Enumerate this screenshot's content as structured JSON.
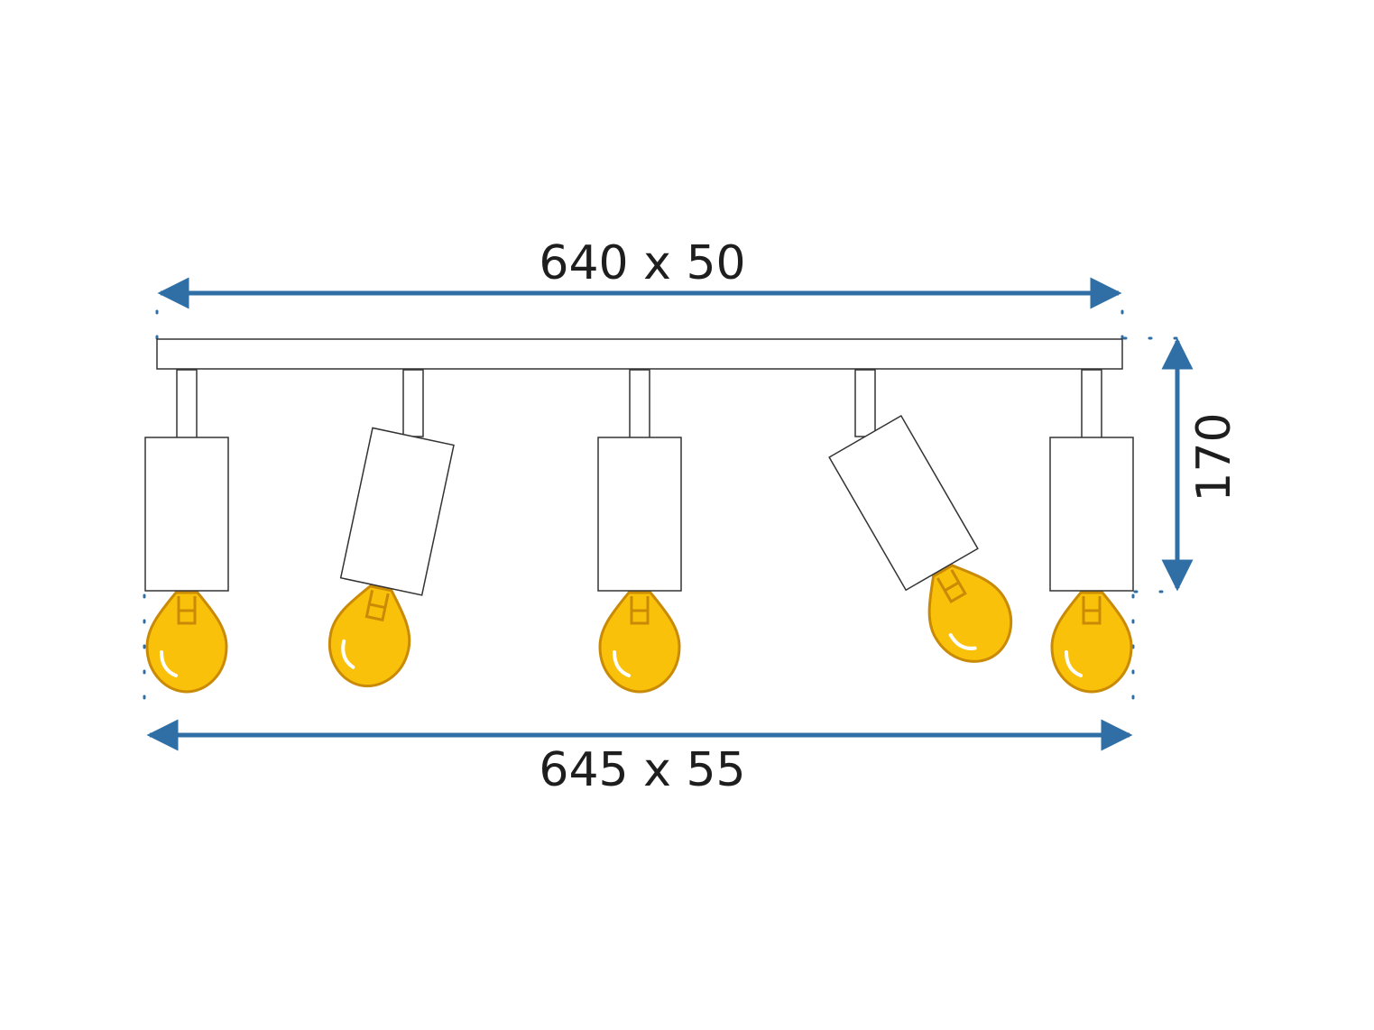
{
  "dimensions": {
    "top_width_label": "640 x 50",
    "bottom_width_label": "645 x 55",
    "height_label": "170"
  },
  "colors": {
    "dimension_arrow": "#2f6fa6",
    "outline": "#333333",
    "fixture_fill": "#ffffff",
    "bulb_fill": "#f9c10a",
    "bulb_outline": "#c98a06",
    "text": "#1e1e1e"
  },
  "fixture": {
    "spotlight_count": 5,
    "spotlight_tilts_deg": [
      0,
      12,
      0,
      -30,
      0
    ]
  }
}
